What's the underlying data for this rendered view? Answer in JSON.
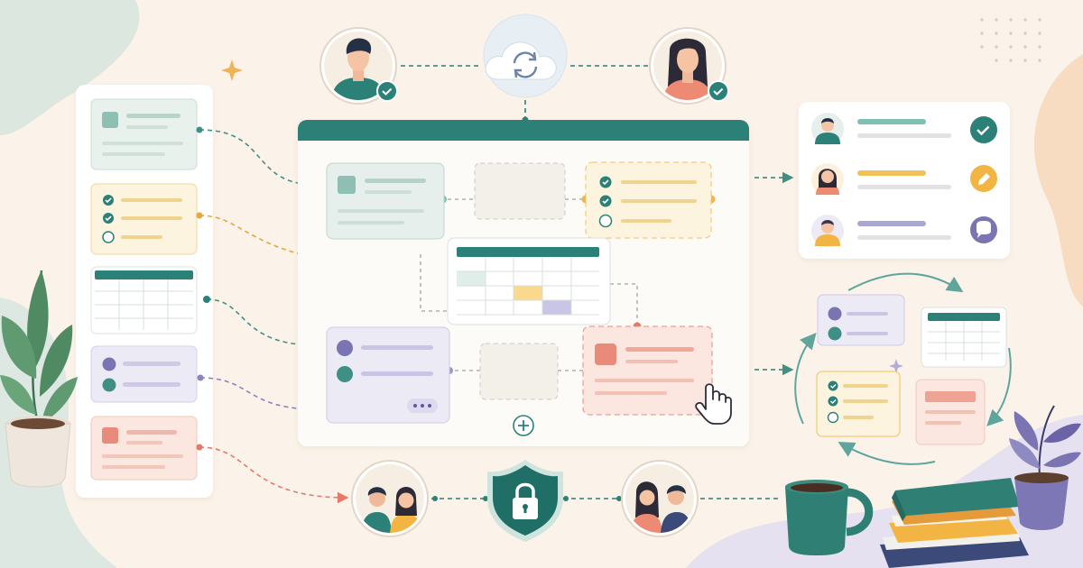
{
  "colors": {
    "background": "#fbf3e9",
    "teal": "#2b8077",
    "teal_light": "#e6efeb",
    "yellow": "#f1c25a",
    "yellow_light": "#fdf4df",
    "lavender": "#8f8ac2",
    "lavender_light": "#ecebf5",
    "coral": "#e98b7b",
    "coral_light": "#fbe6e0",
    "dark_teal": "#1f6f66",
    "navy": "#3b4a78"
  },
  "icons": {
    "sync": "cloud-sync-icon",
    "security": "shield-lock-icon",
    "approve": "check-circle-icon",
    "edit": "pencil-icon",
    "comment": "chat-bubble-icon",
    "pointer": "hand-pointer-icon",
    "add": "plus-circle-icon",
    "more": "ellipsis-icon"
  },
  "left_panel": {
    "cards": [
      "note-card",
      "checklist-card",
      "table-card",
      "list-card",
      "text-card"
    ]
  },
  "status_panel": {
    "rows": [
      {
        "accent": "#7fc0b2",
        "status": "approved"
      },
      {
        "accent": "#f1c25a",
        "status": "editing"
      },
      {
        "accent": "#a9a6d4",
        "status": "commenting"
      }
    ]
  }
}
